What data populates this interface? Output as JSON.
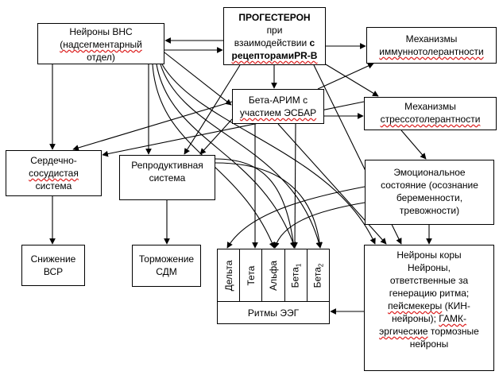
{
  "nodes": {
    "ans": {
      "l1": "Нейроны ВНС",
      "l2": "(надсегментарный",
      "l3": "отдел)"
    },
    "progesterone": {
      "title": "ПРОГЕСТЕРОН",
      "l1": "при",
      "l2a": "взаимодействии ",
      "l2b": "с",
      "l3": "рецепторамиPR-B"
    },
    "immune": {
      "l1": "Механизмы",
      "l2": "иммуннотолерантности"
    },
    "betaarim": {
      "l1": "Бета-АРИМ с",
      "l2": "участием ЭСБАР"
    },
    "stress": {
      "l1": "Механизмы",
      "l2": "стрессотолерантности"
    },
    "cardio": {
      "l1": "Сердечно-",
      "l2": "сосудистая",
      "l3": "система"
    },
    "repro": {
      "l1": "Репродуктивная",
      "l2": "система"
    },
    "emotion": {
      "l1": "Эмоциональное",
      "l2": "состояние (осознание",
      "l3": "беременности,",
      "l4": "тревожности)"
    },
    "vsr": {
      "l1": "Снижение",
      "l2": "ВСР"
    },
    "sdm": {
      "l1": "Торможение",
      "l2": "СДМ"
    },
    "eeg": {
      "columns": [
        {
          "label": "Дельта"
        },
        {
          "label": "Тета"
        },
        {
          "label": "Альфа"
        },
        {
          "label": "Бета",
          "sub": "1"
        },
        {
          "label": "Бета",
          "sub": "2"
        }
      ],
      "caption": "Ритмы ЭЭГ"
    },
    "cortex": {
      "l1": "Нейроны коры",
      "l2": "Нейроны,",
      "l3": "ответственные за",
      "l4": "генерацию ритма;",
      "l5a": "пейсмекеры",
      "l5b": " (КИН-",
      "l6a": "нейроны); ",
      "l6b": "ГАМК-",
      "l7a": "эргические",
      "l7b": " тормозные",
      "l8": "нейроны"
    }
  }
}
